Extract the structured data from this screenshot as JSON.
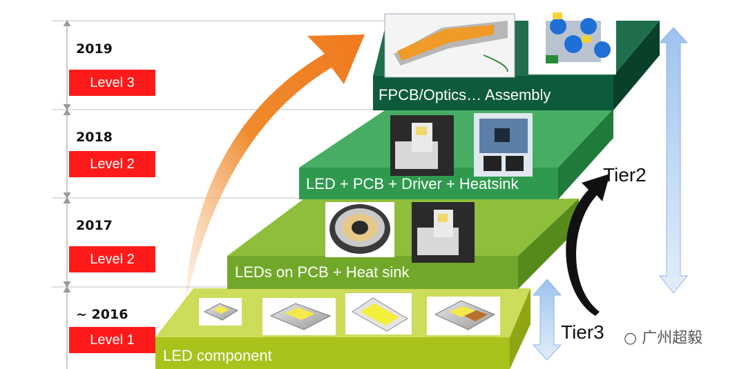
{
  "timeline": [
    {
      "year": "2019",
      "level": "Level 3"
    },
    {
      "year": "2018",
      "level": "Level 2"
    },
    {
      "year": "2017",
      "level": "Level 2"
    },
    {
      "year": "~ 2016",
      "level": "Level 1"
    }
  ],
  "steps": [
    {
      "label": "LED component",
      "color": "#a9c21c"
    },
    {
      "label": "LEDs on PCB + Heat sink",
      "color": "#72a82a"
    },
    {
      "label": "LED + PCB + Driver + Heatsink",
      "color": "#2f9a4e"
    },
    {
      "label": "FPCB/Optics… Assembly",
      "color": "#0d5a3c"
    }
  ],
  "tiers": {
    "tier2": "Tier2",
    "tier3": "Tier3"
  },
  "watermark": "广州超毅",
  "colors": {
    "level_badge": "#ff1a1a",
    "growth_arrow": "#f08a2c",
    "tier_arrow": "#111111",
    "range_arrow": "#b9d3f2"
  }
}
